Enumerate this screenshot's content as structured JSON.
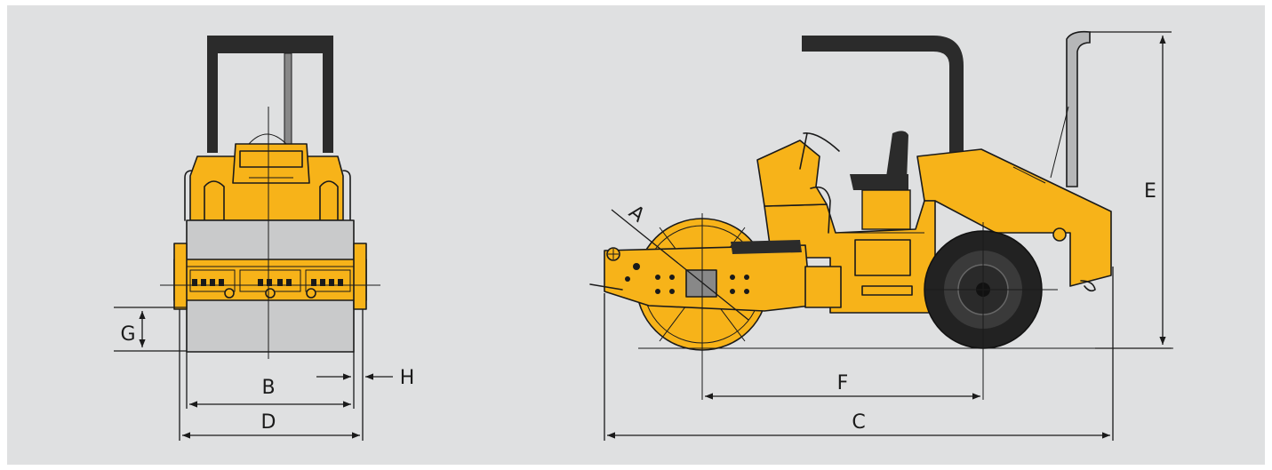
{
  "colors": {
    "background": "#dfe0e1",
    "machine_yellow": "#f7b319",
    "drum_gray": "#c9cacb",
    "rops_black": "#2b2b2b",
    "tire_black": "#222222",
    "line": "#1a1a1a"
  },
  "front_view": {
    "labels": {
      "B": "B",
      "D": "D",
      "G": "G",
      "H": "H"
    }
  },
  "side_view": {
    "labels": {
      "A": "A",
      "C": "C",
      "E": "E",
      "F": "F"
    }
  }
}
